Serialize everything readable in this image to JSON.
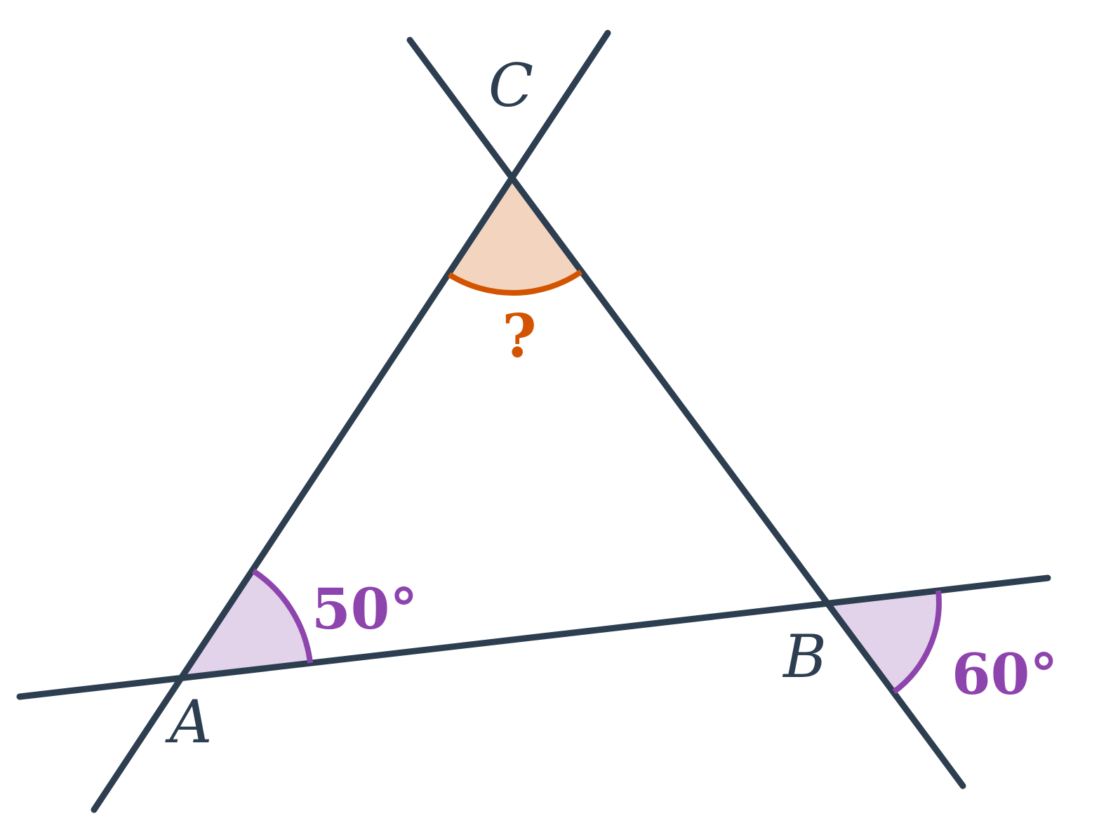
{
  "colors": {
    "line": "#2c3e50",
    "given_angle": "#8e44ad",
    "given_angle_fill": "#e2d2ea",
    "unknown_angle": "#d35400",
    "unknown_angle_fill": "#f3d5bf"
  },
  "vertices": {
    "a": "A",
    "b": "B",
    "c": "C"
  },
  "angles": {
    "at_a": "50°",
    "exterior_at_b": "60°",
    "at_c": "?"
  }
}
